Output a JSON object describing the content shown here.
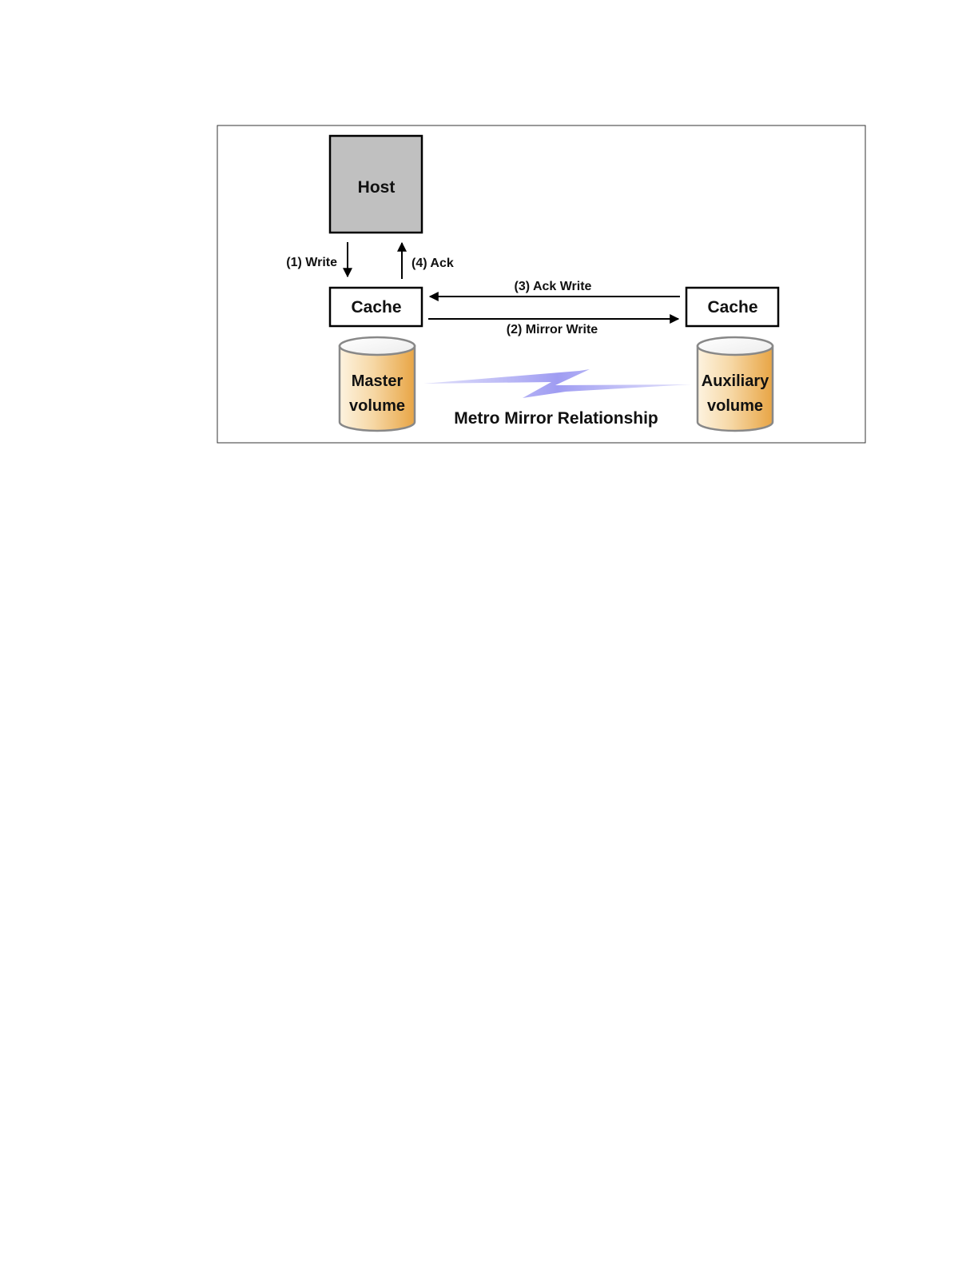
{
  "diagram": {
    "host_label": "Host",
    "master_cache_label": "Cache",
    "aux_cache_label": "Cache",
    "master_volume": {
      "line1": "Master",
      "line2": "volume"
    },
    "aux_volume": {
      "line1": "Auxiliary",
      "line2": "volume"
    },
    "relationship_label": "Metro Mirror Relationship",
    "arrows": {
      "write": "(1) Write",
      "mirror_write": "(2) Mirror Write",
      "ack_write": "(3) Ack Write",
      "ack": "(4) Ack"
    }
  },
  "colors": {
    "host_fill": "#c0c0c0",
    "cylinder_light": "#fdf3e0",
    "cylinder_dark": "#e8a545",
    "cylinder_rim": "#888888",
    "lightning": "#9f9cf2",
    "line": "#000000"
  }
}
